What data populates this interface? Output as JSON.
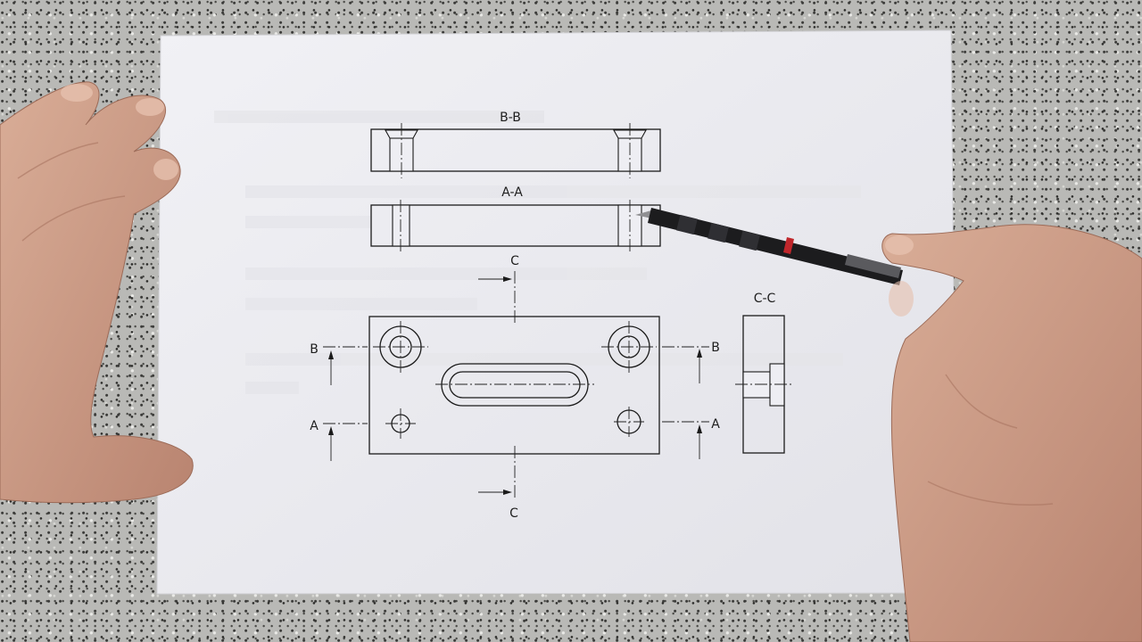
{
  "drawing": {
    "section_bb": "B-B",
    "section_aa": "A-A",
    "section_cc": "C-C",
    "cut_c_top": "C",
    "cut_c_bottom": "C",
    "cut_b_left": "B",
    "cut_b_right": "B",
    "cut_a_left": "A",
    "cut_a_right": "A"
  },
  "colors": {
    "paper": "#eeeef3",
    "countertop": "#b9b9b6",
    "skin": "#c89a84",
    "pencil_body": "#1c1c1e",
    "pencil_ring": "#c0262b"
  },
  "objects": [
    "paper-sheet",
    "technical-drawing",
    "left-hand",
    "right-hand",
    "mechanical-pencil"
  ]
}
